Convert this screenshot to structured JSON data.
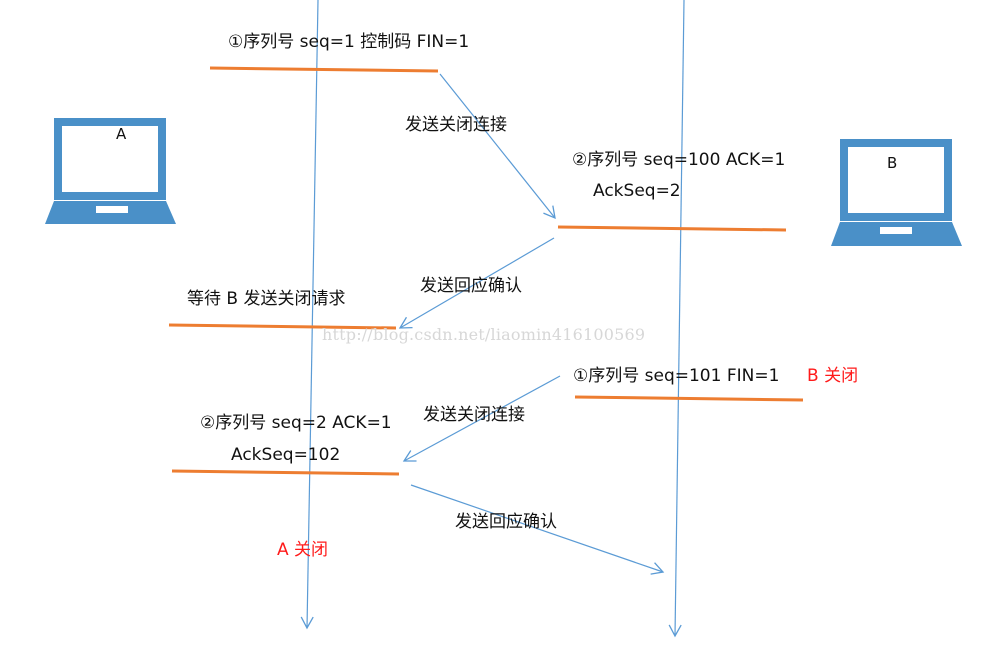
{
  "hosts": {
    "a": {
      "label": "A"
    },
    "b": {
      "label": "B"
    }
  },
  "messages": {
    "m1_info": "①序列号 seq=1 控制码 FIN=1",
    "m1_arrow": "发送关闭连接",
    "m2_info_1": "②序列号 seq=100    ACK=1",
    "m2_info_2": "AckSeq=2",
    "m2_arrow": "发送回应确认",
    "a_wait": "等待 B 发送关闭请求",
    "m3_info": "①序列号 seq=101    FIN=1",
    "b_closed": "B 关闭",
    "m3_arrow": "发送关闭连接",
    "m4_info_1": "②序列号 seq=2 ACK=1",
    "m4_info_2": "AckSeq=102",
    "m4_arrow": "发送回应确认",
    "a_closed": "A 关闭"
  },
  "watermark": "http://blog.csdn.net/liaomin416100569",
  "colors": {
    "laptop": "#4a90c8",
    "timeline": "#5b9bd5",
    "segment": "#ed7d31",
    "closed_text": "#ff1a1a"
  }
}
